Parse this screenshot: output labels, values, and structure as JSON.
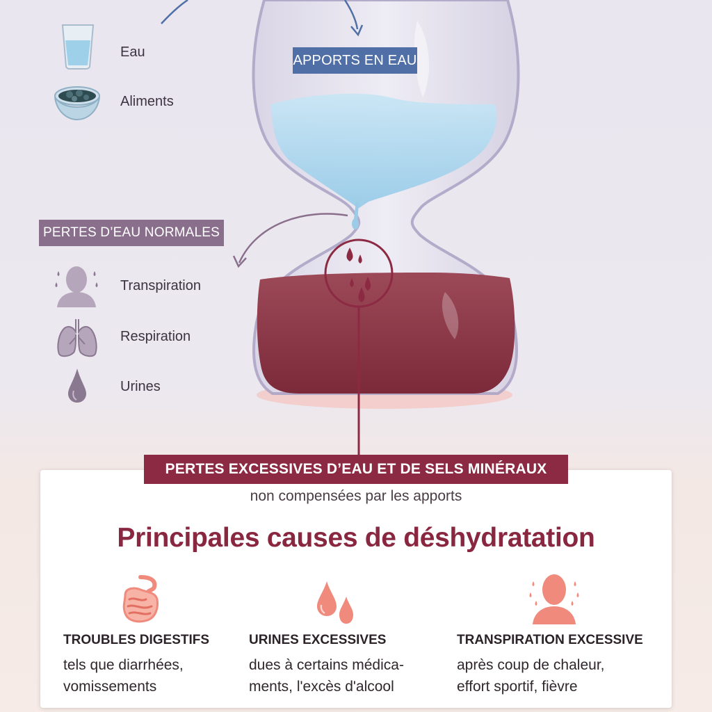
{
  "colors": {
    "apports_badge": "#4f6fa6",
    "pertes_normales_badge": "#8a6f8d",
    "excess_badge": "#8c2a43",
    "title": "#8a2740",
    "water": "#a8d4ec",
    "blood": "#8e3a4a",
    "cause_icon": "#ef8a7c"
  },
  "apports": {
    "badge": "APPORTS EN EAU",
    "items": [
      {
        "label": "Eau",
        "icon": "water-glass-icon"
      },
      {
        "label": "Aliments",
        "icon": "food-bowl-icon"
      }
    ]
  },
  "pertes_normales": {
    "badge": "PERTES D’EAU NORMALES",
    "items": [
      {
        "label": "Transpiration",
        "icon": "sweating-head-icon"
      },
      {
        "label": "Respiration",
        "icon": "lungs-icon"
      },
      {
        "label": "Urines",
        "icon": "drop-icon"
      }
    ]
  },
  "excess": {
    "badge": "PERTES EXCESSIVES D’EAU ET DE SELS MINÉRAUX",
    "subtitle": "non compensées par les apports"
  },
  "causes": {
    "title": "Principales causes de déshydratation",
    "items": [
      {
        "title": "TROUBLES DIGESTIFS",
        "desc_line1": "tels que diarrhées,",
        "desc_line2": "vomissements",
        "icon": "intestine-icon"
      },
      {
        "title": "URINES EXCESSIVES",
        "desc_line1": "dues à certains médica-",
        "desc_line2": "ments, l'excès d'alcool",
        "icon": "urine-drops-icon"
      },
      {
        "title": "TRANSPIRATION EXCESSIVE",
        "desc_line1": "après coup de chaleur,",
        "desc_line2": "effort sportif, fièvre",
        "icon": "sweat-head-icon"
      }
    ]
  }
}
